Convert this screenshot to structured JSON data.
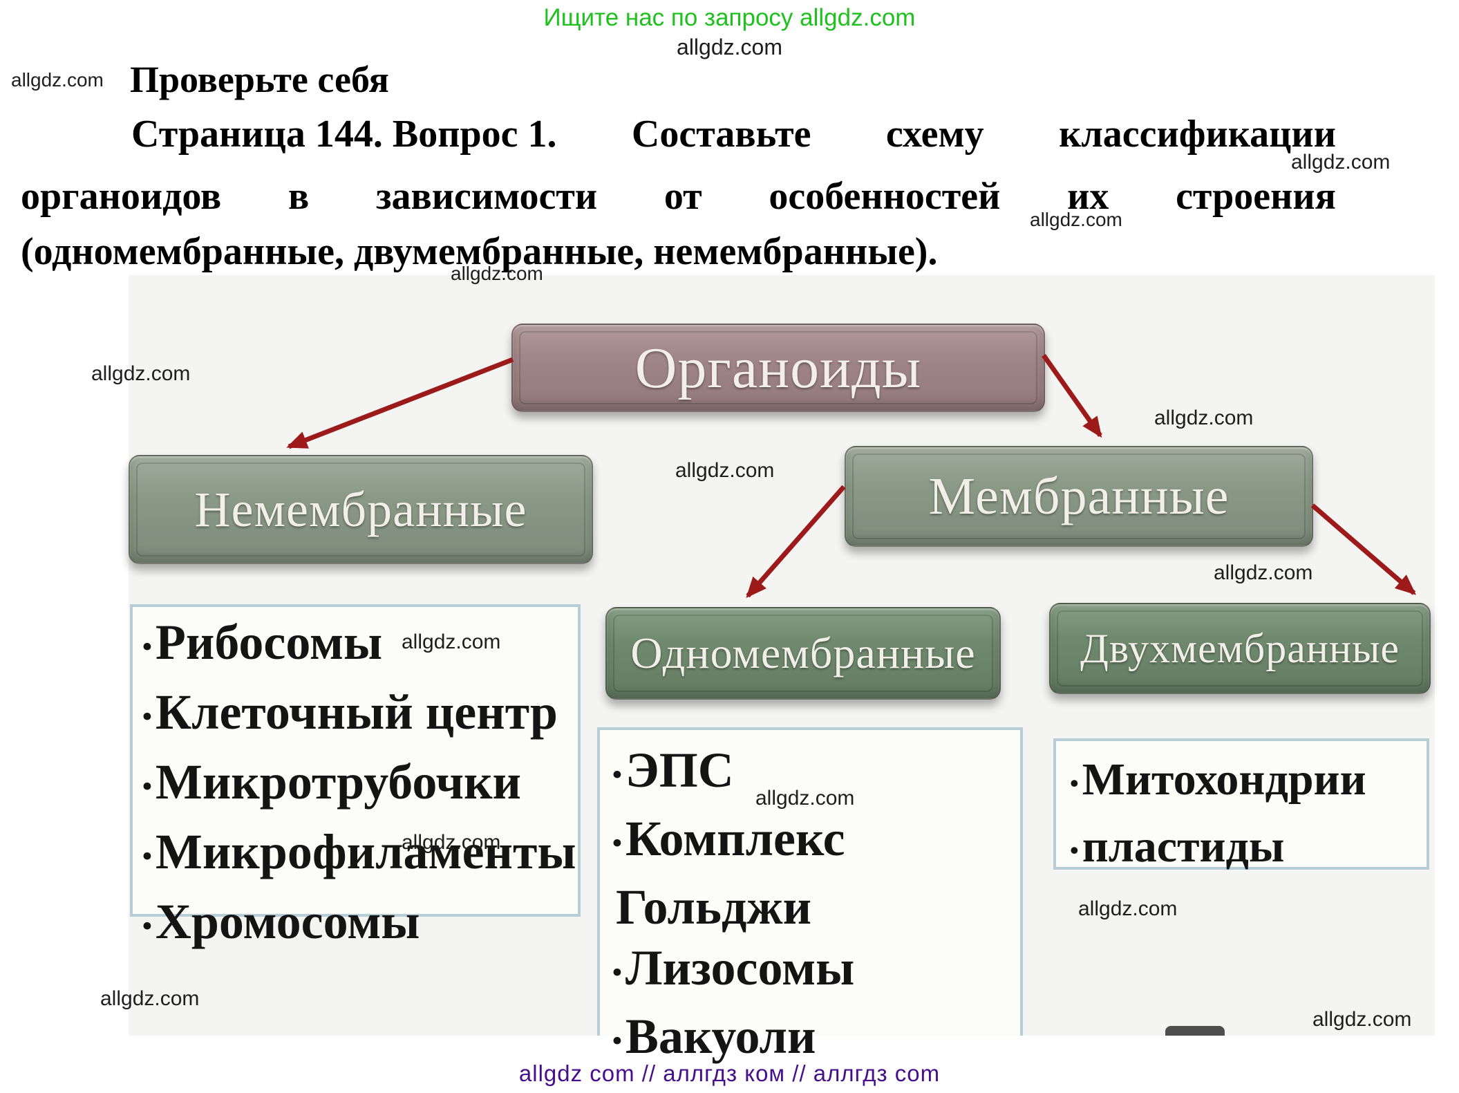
{
  "watermark_text": "allgdz.com",
  "header": {
    "promo": "Ищите нас по запросу allgdz.com",
    "promo_color": "#1fc11f",
    "site": "allgdz.com",
    "section_title": "Проверьте себя"
  },
  "question": {
    "line1_segments": [
      "Страница 144. Вопрос 1.",
      "Составьте",
      "схему",
      "классификации"
    ],
    "line2_words": [
      "органоидов",
      "в",
      "зависимости",
      "от",
      "особенностей",
      "их",
      "строения"
    ],
    "line3": "(одномембранные, двумембранные, немембранные)."
  },
  "diagram": {
    "root_label": "Органоиды",
    "branch_left_label": "Немембранные",
    "branch_right_label": "Мембранные",
    "leaf_left_label": "Одномембранные",
    "leaf_right_label": "Двухмембранные",
    "bullet_glyph": "•",
    "non_membrane_lines": [
      {
        "text": "Рибосомы",
        "bullet": true
      },
      {
        "text": "Клеточный центр",
        "bullet": true
      },
      {
        "text": "Микротрубочки",
        "bullet": true
      },
      {
        "text": "Микрофиламенты",
        "bullet": true
      },
      {
        "text": "Хромосомы",
        "bullet": true
      }
    ],
    "single_membrane_lines": [
      {
        "text": "ЭПС",
        "bullet": true
      },
      {
        "text": "Комплекс",
        "bullet": true
      },
      {
        "text": "Гольджи",
        "bullet": false
      },
      {
        "text": "Лизосомы",
        "bullet": true
      },
      {
        "text": "Вакуоли",
        "bullet": true
      }
    ],
    "double_membrane_lines": [
      {
        "text": "Митохондрии",
        "bullet": true
      },
      {
        "text": "пластиды",
        "bullet": true
      }
    ],
    "colors": {
      "root_box": "#a18688",
      "branch_box": "#8b9a87",
      "leaf_box": "#6f8a6e",
      "arrow": "#9c1a1a",
      "list_border": "#b6cdd5",
      "background": "#f4f4f2",
      "promo": "#1fc11f",
      "footer": "#470f8c"
    }
  },
  "footer": {
    "text": "allgdz com  //  аллгдз ком  //  аллгдз com"
  }
}
